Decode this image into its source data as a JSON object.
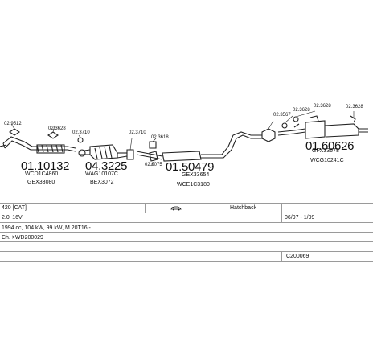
{
  "parts": [
    {
      "code": "01.10132",
      "ref1": "WCD1C4860",
      "ref2": "GEX33080"
    },
    {
      "code": "04.3225",
      "ref1": "WAG10107C",
      "ref2": "BEX3072"
    },
    {
      "code": "01.50479",
      "ref1": "GEX33654",
      "ref2": "WCE1C3180"
    },
    {
      "code": "01.60626",
      "ref1": "GFX33678",
      "ref2": "WCG10241C"
    }
  ],
  "fittings": {
    "f1": "02.9512",
    "f2": "02.3628",
    "f3": "02.3710",
    "f4": "02.3710",
    "f5": "02.3618",
    "f6": "02.9075",
    "f7": "02.3567",
    "f8": "02.3628",
    "f9": "02.3628",
    "f10": "02.3628"
  },
  "info": {
    "model": "420 [CAT]",
    "body": "Hatchback",
    "engine": "2.0i 16V",
    "years": "06/97 - 1/99",
    "spec": "1994 cc, 104 kW, 99 kW, M 20T16 -",
    "chassis": "Ch. >WD200029",
    "catalog_no": "C200069"
  }
}
